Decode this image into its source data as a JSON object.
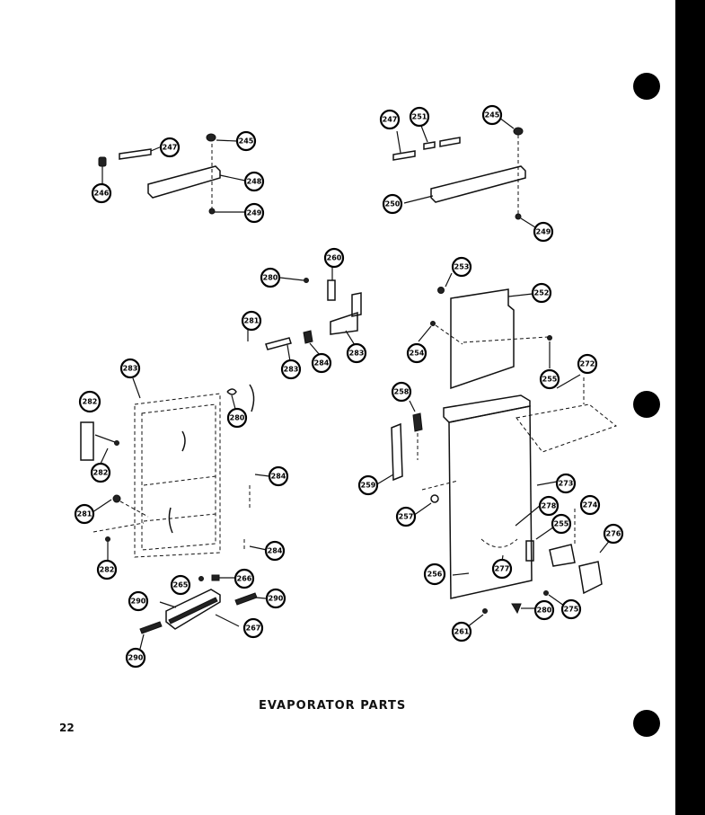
{
  "caption": "EVAPORATOR PARTS",
  "page_number": "22",
  "callouts": [
    "247",
    "245",
    "246",
    "248",
    "249",
    "247",
    "251",
    "245",
    "250",
    "249",
    "253",
    "252",
    "254",
    "255",
    "272",
    "280",
    "260",
    "281",
    "283",
    "282",
    "284",
    "258",
    "259",
    "257",
    "273",
    "278",
    "274",
    "276",
    "256",
    "277",
    "265",
    "266",
    "267",
    "284",
    "290",
    "261",
    "275"
  ]
}
